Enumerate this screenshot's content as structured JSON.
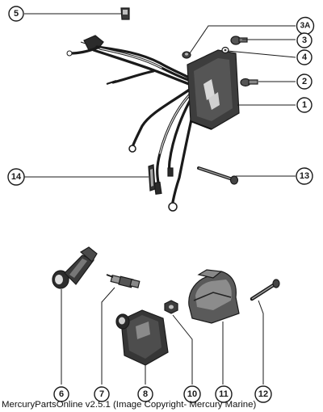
{
  "diagram": {
    "callouts": {
      "c5": "5",
      "c3a": "3A",
      "c3": "3",
      "c4": "4",
      "c2": "2",
      "c1": "1",
      "c14": "14",
      "c13": "13",
      "c6": "6",
      "c7": "7",
      "c8": "8",
      "c10": "10",
      "c11": "11",
      "c12": "12"
    },
    "copyright": "MercuryPartsOnline v2.5.1 (Image Copyright- Mercury Marine)"
  }
}
